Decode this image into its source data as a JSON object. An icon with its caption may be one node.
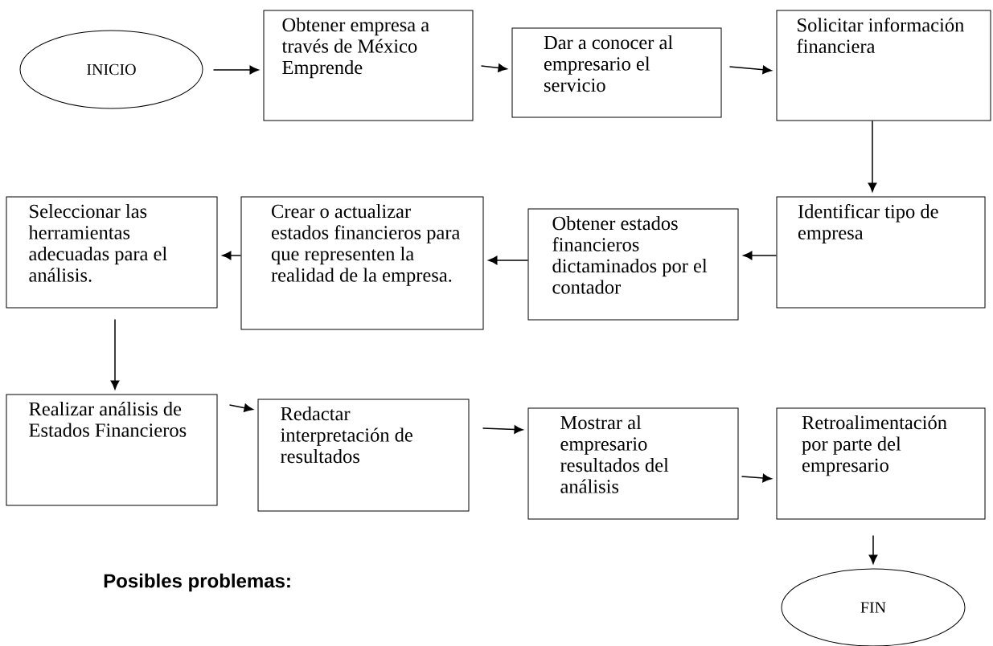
{
  "diagram": {
    "nodes": [
      {
        "text": [
          "INICIO"
        ]
      },
      {
        "text": [
          "Obtener empresa a través de México Emprende"
        ]
      },
      {
        "text": [
          "Dar a conocer al empresario el servicio"
        ]
      },
      {
        "text": [
          "Solicitar información financiera"
        ]
      },
      {
        "text": [
          "Identificar tipo de empresa"
        ]
      },
      {
        "text": [
          "Obtener estados financieros dictaminados por el contador"
        ]
      },
      {
        "text": [
          "Crear o actualizar estados financieros para que representen la realidad de la empresa."
        ]
      },
      {
        "text": [
          "Seleccionar las herramientas adecuadas para el análisis."
        ]
      },
      {
        "text": [
          "Realizar análisis de Estados Financieros"
        ]
      },
      {
        "text": [
          "Redactar interpretación de resultados"
        ]
      },
      {
        "text": [
          "Mostrar al empresario resultados del análisis"
        ]
      },
      {
        "text": [
          "Retroalimentación por parte del empresario"
        ]
      },
      {
        "text": [
          "FIN"
        ]
      }
    ],
    "edges": [
      {
        "from": 0,
        "to": 1,
        "arrow": "to"
      },
      {
        "from": 1,
        "to": 2,
        "arrow": "to"
      },
      {
        "from": 2,
        "to": 3,
        "arrow": "to"
      },
      {
        "from": 3,
        "to": 4,
        "arrow": "to"
      },
      {
        "from": 4,
        "to": 5,
        "arrow": "to"
      },
      {
        "from": 5,
        "to": 6,
        "arrow": "to"
      },
      {
        "from": 6,
        "to": 7,
        "arrow": "to"
      },
      {
        "from": 7,
        "to": 8,
        "arrow": "to"
      },
      {
        "from": 8,
        "to": 9,
        "arrow": "to"
      },
      {
        "from": 9,
        "to": 10,
        "arrow": "to"
      },
      {
        "from": 10,
        "to": 11,
        "arrow": "to"
      },
      {
        "from": 11,
        "to": 12,
        "arrow": "to"
      }
    ],
    "labels": [
      "Posibles problemas:"
    ]
  }
}
